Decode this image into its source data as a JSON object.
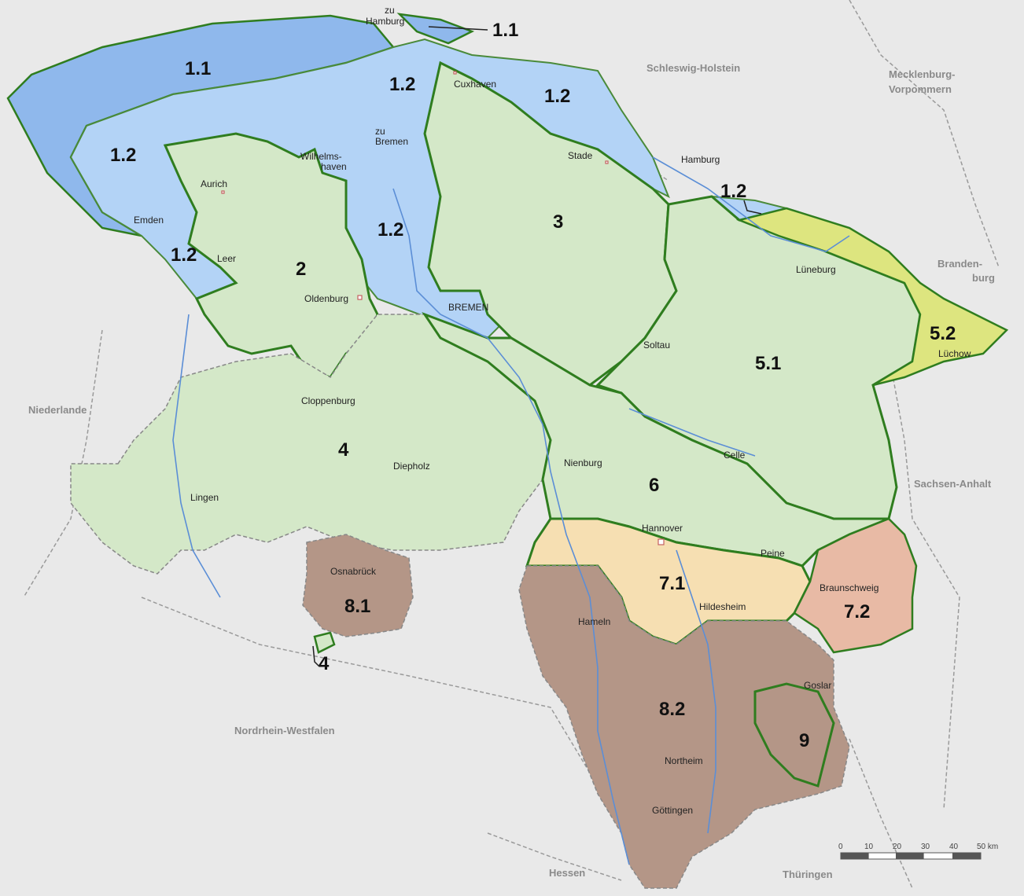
{
  "colors": {
    "background": "#e9e9e9",
    "wadden_sea": "#8fb8ec",
    "coastal_marsh": "#b3d3f6",
    "lowland": "#d4e8c8",
    "wendland": "#dde57f",
    "boerde_west": "#f6dfb2",
    "boerde_east": "#e8baa5",
    "uplands": "#b49687",
    "region_border": "#2f7d1f",
    "state_border": "#888888",
    "river": "#5b8ed6"
  },
  "regions": [
    {
      "id": "1.1",
      "label": "1.1"
    },
    {
      "id": "1.1b",
      "label": "1.1"
    },
    {
      "id": "1.2a",
      "label": "1.2"
    },
    {
      "id": "1.2b",
      "label": "1.2"
    },
    {
      "id": "1.2c",
      "label": "1.2"
    },
    {
      "id": "1.2d",
      "label": "1.2"
    },
    {
      "id": "1.2e",
      "label": "1.2"
    },
    {
      "id": "1.2f",
      "label": "1.2"
    },
    {
      "id": "2",
      "label": "2"
    },
    {
      "id": "3",
      "label": "3"
    },
    {
      "id": "4",
      "label": "4"
    },
    {
      "id": "4b",
      "label": "4"
    },
    {
      "id": "5.1",
      "label": "5.1"
    },
    {
      "id": "5.2",
      "label": "5.2"
    },
    {
      "id": "6",
      "label": "6"
    },
    {
      "id": "7.1",
      "label": "7.1"
    },
    {
      "id": "7.2",
      "label": "7.2"
    },
    {
      "id": "8.1",
      "label": "8.1"
    },
    {
      "id": "8.2",
      "label": "8.2"
    },
    {
      "id": "9",
      "label": "9"
    }
  ],
  "cities": [
    {
      "name": "zu",
      "icon": "none"
    },
    {
      "name": "Hamburg",
      "icon": "none"
    },
    {
      "name": "Cuxhaven",
      "icon": "city-marker-icon"
    },
    {
      "name": "zu",
      "icon": "none"
    },
    {
      "name": "Bremen",
      "icon": "none"
    },
    {
      "name": "Wilhelms-",
      "icon": "none"
    },
    {
      "name": "haven",
      "icon": "city-marker-icon"
    },
    {
      "name": "Aurich",
      "icon": "city-marker-icon"
    },
    {
      "name": "Emden",
      "icon": "city-marker-icon"
    },
    {
      "name": "Leer",
      "icon": "city-marker-icon"
    },
    {
      "name": "Oldenburg",
      "icon": "city-marker-icon"
    },
    {
      "name": "BREMEN",
      "icon": "none"
    },
    {
      "name": "Stade",
      "icon": "city-marker-icon"
    },
    {
      "name": "Lüneburg",
      "icon": "city-marker-icon"
    },
    {
      "name": "Lüchow",
      "icon": "city-marker-icon"
    },
    {
      "name": "Soltau",
      "icon": "city-marker-icon"
    },
    {
      "name": "Cloppenburg",
      "icon": "city-marker-icon"
    },
    {
      "name": "Diepholz",
      "icon": "city-marker-icon"
    },
    {
      "name": "Nienburg",
      "icon": "city-marker-icon"
    },
    {
      "name": "Celle",
      "icon": "city-marker-icon"
    },
    {
      "name": "Lingen",
      "icon": "city-marker-icon"
    },
    {
      "name": "Hannover",
      "icon": "capital-marker-icon"
    },
    {
      "name": "Peine",
      "icon": "city-marker-icon"
    },
    {
      "name": "Osnabrück",
      "icon": "city-marker-icon"
    },
    {
      "name": "Braunschweig",
      "icon": "city-marker-icon"
    },
    {
      "name": "Hildesheim",
      "icon": "city-marker-icon"
    },
    {
      "name": "Hameln",
      "icon": "city-marker-icon"
    },
    {
      "name": "Goslar",
      "icon": "city-marker-icon"
    },
    {
      "name": "Northeim",
      "icon": "city-marker-icon"
    },
    {
      "name": "Göttingen",
      "icon": "city-marker-icon"
    },
    {
      "name": "Hamburg",
      "icon": "none"
    }
  ],
  "neighbors": [
    {
      "name": "Schleswig-Holstein"
    },
    {
      "name": "Mecklenburg-"
    },
    {
      "name": "Vorpommern"
    },
    {
      "name": "Branden-"
    },
    {
      "name": "burg"
    },
    {
      "name": "Niederlande"
    },
    {
      "name": "Sachsen-Anhalt"
    },
    {
      "name": "Nordrhein-Westfalen"
    },
    {
      "name": "Hessen"
    },
    {
      "name": "Thüringen"
    }
  ],
  "scale_bar": {
    "ticks": [
      "0",
      "10",
      "20",
      "30",
      "40",
      "50 km"
    ],
    "max_km": 50
  }
}
